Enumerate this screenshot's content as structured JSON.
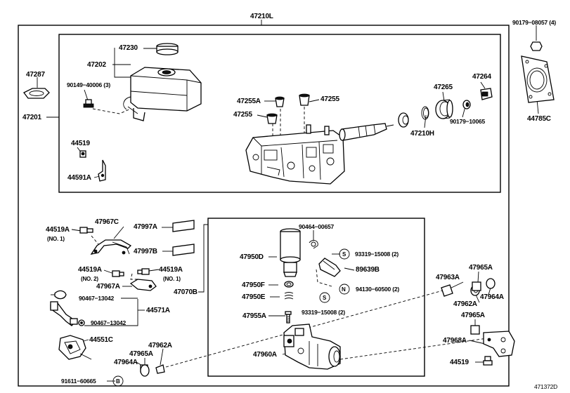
{
  "diagram": {
    "figure_id": "471372D",
    "assembly": "47210L",
    "labels": {
      "p90179_08057": "90179−08057 (4)",
      "p47287": "47287",
      "p47201": "47201",
      "p47230": "47230",
      "p47202": "47202",
      "p90149": "90149−40006 (3)",
      "p44519_top": "44519",
      "p44591A": "44591A",
      "p47255A": "47255A",
      "p47255_r": "47255",
      "p47255_l": "47255",
      "p47265": "47265",
      "p47264": "47264",
      "p47210H": "47210H",
      "p90179_10065": "90179−10065",
      "p44785C": "44785C",
      "p47967C": "47967C",
      "p47997A": "47997A",
      "p44519A_1": "44519A",
      "no1_a": "(NO. 1)",
      "p47997B": "47997B",
      "p44519A_2": "44519A",
      "no2": "(NO. 2)",
      "p44519A_3": "44519A",
      "no1_b": "(NO. 1)",
      "p47967A": "47967A",
      "p47070B": "47070B",
      "p90467_a": "90467−13042",
      "p44571A": "44571A",
      "p90467_b": "90467−13042",
      "p44551C": "44551C",
      "p47962A_bot": "47962A",
      "p47965A_bot": "47965A",
      "p47964A_bot": "47964A",
      "p91611": "91611−60665",
      "p90464": "90464−00657",
      "p47950D": "47950D",
      "p93319_a": "93319−15008 (2)",
      "p89639B": "89639B",
      "p47950F": "47950F",
      "p94130": "94130−60500 (2)",
      "p47950E": "47950E",
      "p93319_b": "93319−15008 (2)",
      "p47955A": "47955A",
      "p47960A": "47960A",
      "p47963A": "47963A",
      "p47965A_r1": "47965A",
      "p47962A_r": "47962A",
      "p47964A_r": "47964A",
      "p47965A_r2": "47965A",
      "p47968A": "47968A",
      "p44519_bot": "44519"
    },
    "notes": {
      "S1": "S",
      "N1": "N",
      "S2": "S",
      "B1": "B"
    }
  }
}
